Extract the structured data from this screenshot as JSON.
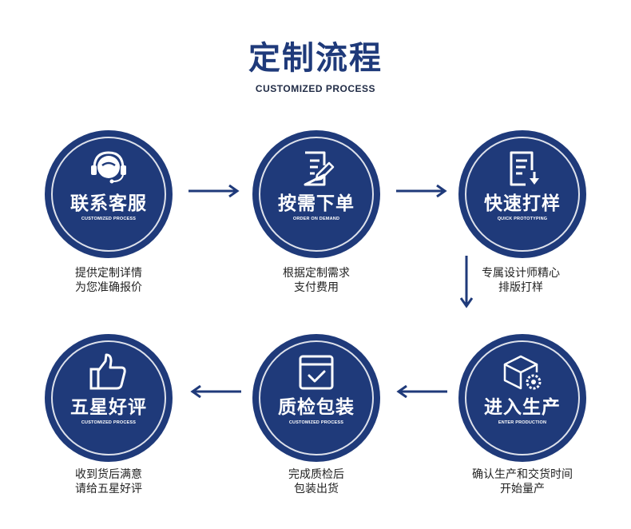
{
  "header": {
    "title": "定制流程",
    "subtitle": "CUSTOMIZED PROCESS"
  },
  "colors": {
    "primary": "#1f3a7a",
    "text": "#222222",
    "background": "#ffffff"
  },
  "steps": [
    {
      "title": "联系客服",
      "subtitle": "CUSTOMIZED PROCESS",
      "icon": "customer-service-headset-icon",
      "desc_line1": "提供定制详情",
      "desc_line2": "为您准确报价"
    },
    {
      "title": "按需下单",
      "subtitle": "ORDER ON DEMAND",
      "icon": "order-document-icon",
      "desc_line1": "根据定制需求",
      "desc_line2": "支付费用"
    },
    {
      "title": "快速打样",
      "subtitle": "QUICK PROTOTYPING",
      "icon": "prototype-document-download-icon",
      "desc_line1": "专属设计师精心",
      "desc_line2": "排版打样"
    },
    {
      "title": "进入生产",
      "subtitle": "ENTER PRODUCTION",
      "icon": "box-gear-icon",
      "desc_line1": "确认生产和交货时间",
      "desc_line2": "开始量产"
    },
    {
      "title": "质检包装",
      "subtitle": "CUSTOMIZED PROCESS",
      "icon": "quality-check-window-icon",
      "desc_line1": "完成质检后",
      "desc_line2": "包装出货"
    },
    {
      "title": "五星好评",
      "subtitle": "CUSTOMIZED PROCESS",
      "icon": "thumbs-up-icon",
      "desc_line1": "收到货后满意",
      "desc_line2": "请给五星好评"
    }
  ]
}
